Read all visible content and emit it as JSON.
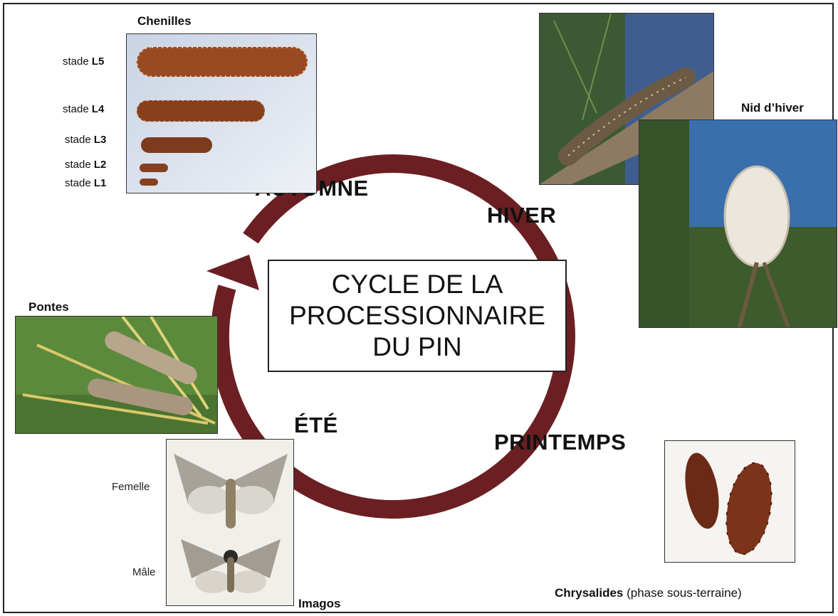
{
  "title": {
    "line1": "CYCLE DE LA",
    "line2": "PROCESSIONNAIRE",
    "line3": "DU PIN"
  },
  "seasons": {
    "autumn": "AUTOMNE",
    "winter": "HIVER",
    "spring": "PRINTEMPS",
    "summer": "ÉTÉ"
  },
  "labels": {
    "caterpillars": "Chenilles",
    "winter_nest": "Nid d’hiver",
    "eggs": "Pontes",
    "adults": "Imagos",
    "female": "Femelle",
    "male": "Mâle",
    "pupae_bold": "Chrysalides",
    "pupae_note": " (phase sous-terraine)"
  },
  "stages": {
    "prefix": "stade ",
    "L5": "L5",
    "L4": "L4",
    "L3": "L3",
    "L2": "L2",
    "L1": "L1"
  },
  "colors": {
    "cycle_arrow": "#6b1f22",
    "border": "#222222"
  }
}
